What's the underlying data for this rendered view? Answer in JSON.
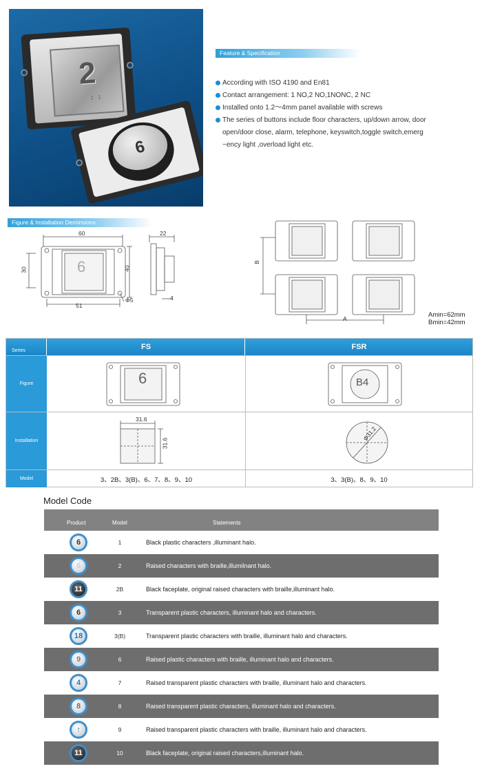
{
  "hero": {
    "photo_square_number": "2",
    "photo_round_number": "6"
  },
  "feature": {
    "heading": "Feature & Specification",
    "items": [
      "According with ISO 4190 and En81",
      "Contact arrangement: 1 NO,2 NO,1NONC, 2 NC",
      "Installed onto 1.2～4mm panel available with screws",
      "The series of buttons include floor characters, up/down arrow, door",
      "open/door close, alarm, telephone, keyswitch,toggle switch,emerg",
      "−ency light ,overload light etc."
    ]
  },
  "figure": {
    "heading": "Figure & Installation  Deminsions",
    "dims": {
      "width_top": "60",
      "depth_top": "22",
      "height_left": "30",
      "height_right": "40",
      "width_bottom": "51",
      "hole": "Φ5",
      "depth_bottom": "4",
      "b": "B",
      "a": "A"
    },
    "amin": "Amin=62mm",
    "bmin": "Bmin=42mm",
    "front_button_char": "6"
  },
  "series_table": {
    "series_label": "Series",
    "figure_label": "Figure",
    "installation_label": "Installation",
    "model_label": "Model",
    "fs": {
      "name": "FS",
      "figure_char": "6",
      "cut_w": "31.6",
      "cut_h": "31.6",
      "models": "3、2B、3(B)、6、7、8、9、10"
    },
    "fsr": {
      "name": "FSR",
      "figure_char": "B4",
      "cut_d": "Φ31.2",
      "models": "3、3(B)、8、9、10"
    }
  },
  "model_code": {
    "title": "Model Code",
    "headers": {
      "product": "Product",
      "model": "Model",
      "statements": "Statements"
    },
    "rows": [
      {
        "icon": "6",
        "model": "1",
        "statement": "Black plastic characters ,illuminant halo."
      },
      {
        "icon": "6",
        "model": "2",
        "statement": "Raised characters with braille,illumilnant halo."
      },
      {
        "icon": "11",
        "model": "2B",
        "statement": "Black faceplate, original raised characters with braille,illuminant halo."
      },
      {
        "icon": "6",
        "model": "3",
        "statement": "Transparent plastic characters, illuminant halo and characters."
      },
      {
        "icon": "18",
        "model": "3(B)",
        "statement": "Transparent plastic characters with braille, illuminant halo and characters."
      },
      {
        "icon": "9",
        "model": "6",
        "statement": "Raised plastic characters with braille, illuminant halo and characters."
      },
      {
        "icon": "4",
        "model": "7",
        "statement": "Raised transparent plastic characters with braille, illuminant halo and characters."
      },
      {
        "icon": "8",
        "model": "8",
        "statement": "Raised transparent plastic characters, illuminant halo and characters."
      },
      {
        "icon": "↑",
        "model": "9",
        "statement": "Raised transparent plastic characters with braille, illuminant halo and characters."
      },
      {
        "icon": "11",
        "model": "10",
        "statement": "Black faceplate, original raised characters,illuminant halo."
      }
    ]
  }
}
